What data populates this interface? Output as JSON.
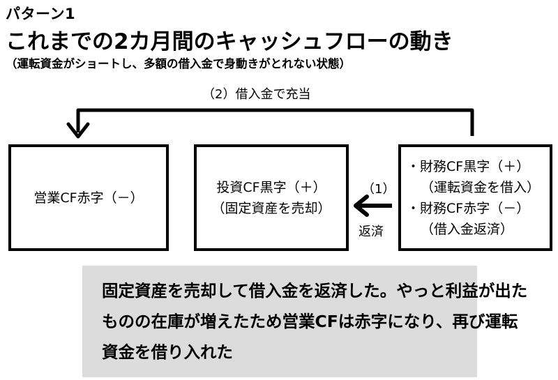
{
  "header": {
    "pattern_label": "パターン1",
    "title": "これまでの2カ月間のキャッシュフローの動き",
    "subtitle": "（運転資金がショートし、多額の借入金で身動きがとれない状態）"
  },
  "flow": {
    "loop_label": "（2）借入金で充当",
    "arrow_step": "（1）",
    "arrow_label": "返済"
  },
  "boxes": {
    "operating": {
      "line1": "営業CF赤字（－）"
    },
    "investing": {
      "line1": "投資CF黒字（＋）",
      "line2": "（固定資産を売却）"
    },
    "financing": {
      "line1": "・財務CF黒字（＋）",
      "line2": "（運転資金を借入）",
      "line3": "・財務CF赤字（－）",
      "line4": "（借入金返済）"
    }
  },
  "summary": {
    "text": "固定資産を売却して借入金を返済した。やっと利益が出たものの在庫が増えたため営業CFは赤字になり、再び運転資金を借り入れた"
  }
}
